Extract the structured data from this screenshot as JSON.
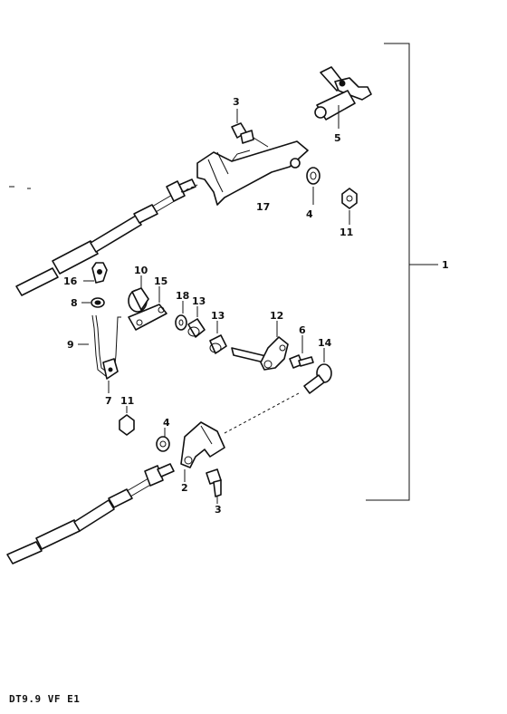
{
  "caption": "DT9.9 VF E1",
  "callouts": {
    "c1": "1",
    "c2": "2",
    "c3a": "3",
    "c3b": "3",
    "c4a": "4",
    "c4b": "4",
    "c5": "5",
    "c6": "6",
    "c7": "7",
    "c8": "8",
    "c9": "9",
    "c10": "10",
    "c11a": "11",
    "c11b": "11",
    "c12": "12",
    "c13a": "13",
    "c13b": "13",
    "c14": "14",
    "c15": "15",
    "c16": "16",
    "c17": "17",
    "c18": "18"
  }
}
